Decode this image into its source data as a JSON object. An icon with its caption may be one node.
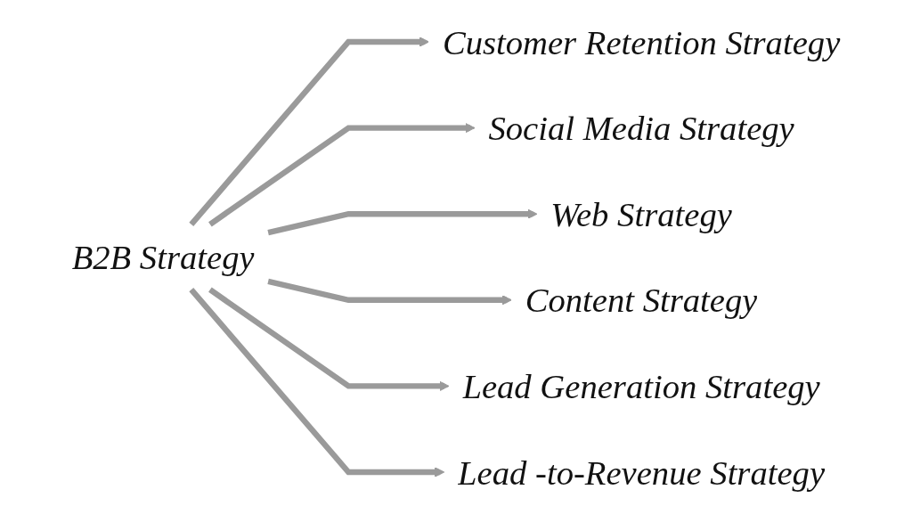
{
  "diagram": {
    "nodes": [
      {
        "text": [
          "B2B Strategy"
        ]
      },
      {
        "text": [
          "Customer Retention Strategy"
        ]
      },
      {
        "text": [
          "Social Media Strategy"
        ]
      },
      {
        "text": [
          "Web Strategy"
        ]
      },
      {
        "text": [
          "Content Strategy"
        ]
      },
      {
        "text": [
          "Lead Generation Strategy"
        ]
      },
      {
        "text": [
          "Lead -to-Revenue Strategy"
        ]
      }
    ],
    "edges": [
      {
        "from": 0,
        "to": 1,
        "arrow": "to"
      },
      {
        "from": 0,
        "to": 2,
        "arrow": "to"
      },
      {
        "from": 0,
        "to": 3,
        "arrow": "to"
      },
      {
        "from": 0,
        "to": 4,
        "arrow": "to"
      },
      {
        "from": 0,
        "to": 5,
        "arrow": "to"
      },
      {
        "from": 0,
        "to": 6,
        "arrow": "to"
      }
    ]
  }
}
